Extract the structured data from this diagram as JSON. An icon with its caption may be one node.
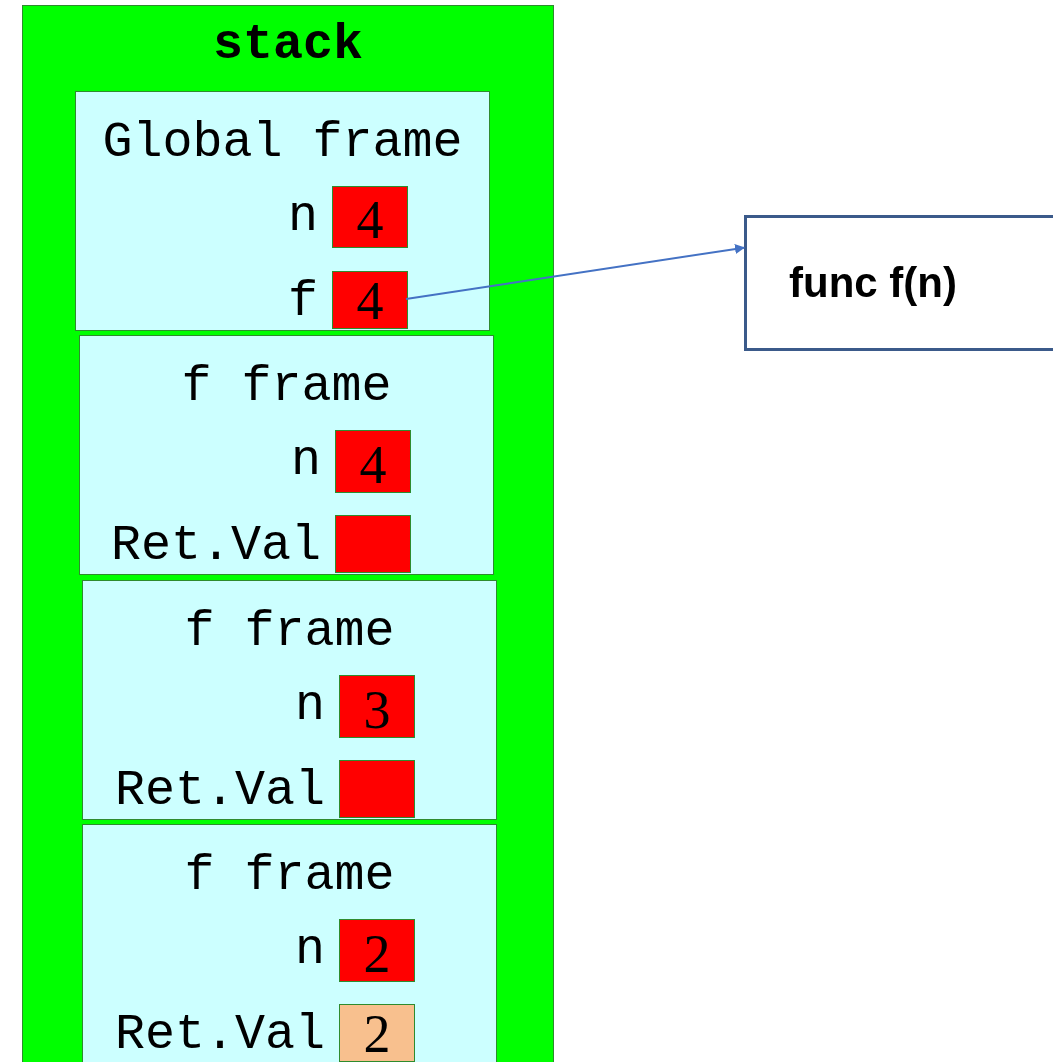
{
  "diagram": {
    "nodes": [
      {
        "text": [
          "stack"
        ]
      },
      {
        "text": [
          "Global frame"
        ],
        "in": 0
      },
      {
        "text": [
          "4"
        ],
        "in": 1,
        "beside": [
          "n"
        ]
      },
      {
        "text": [
          "4"
        ],
        "in": 1,
        "beside": [
          "f"
        ]
      },
      {
        "text": [
          "f frame"
        ],
        "in": 0
      },
      {
        "text": [
          "4"
        ],
        "in": 4,
        "beside": [
          "n"
        ]
      },
      {
        "text": [],
        "shape": "box",
        "in": 4,
        "beside": [
          "Ret.Val"
        ]
      },
      {
        "text": [
          "f frame"
        ],
        "in": 0
      },
      {
        "text": [
          "3"
        ],
        "in": 7,
        "beside": [
          "n"
        ]
      },
      {
        "text": [],
        "shape": "box",
        "in": 7,
        "beside": [
          "Ret.Val"
        ]
      },
      {
        "text": [
          "f frame"
        ],
        "in": 0
      },
      {
        "text": [
          "2"
        ],
        "in": 10,
        "beside": [
          "n"
        ]
      },
      {
        "text": [
          "2"
        ],
        "in": 10,
        "beside": [
          "Ret.Val"
        ]
      },
      {
        "text": [
          "func f(n)"
        ]
      }
    ],
    "edges": [
      {
        "from": 3,
        "to": 13,
        "arrow": "to"
      }
    ]
  }
}
